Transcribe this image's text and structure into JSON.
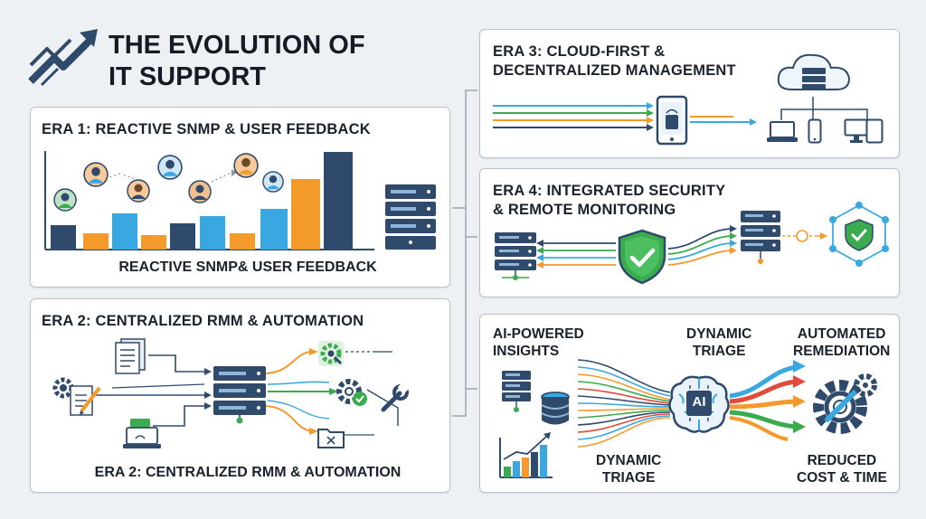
{
  "header": {
    "title": "THE EVOLUTION OF\nIT SUPPORT",
    "logo_icon": "trend-up-arrow-icon"
  },
  "colors": {
    "navy": "#2f4a6b",
    "blue": "#3aa8e0",
    "orange": "#f39a2b",
    "green": "#3bab4f",
    "red": "#e24b3b",
    "panel_border": "#b9c2cc",
    "background": "#eef1f4"
  },
  "era1": {
    "title": "ERA 1: REACTIVE SNMP & USER FEEDBACK",
    "caption": "REACTIVE SNMP& USER FEEDBACK",
    "icons": [
      "user-avatar-icon",
      "server-stack-icon"
    ]
  },
  "era2": {
    "title": "ERA 2: CENTRALIZED RMM & AUTOMATION",
    "caption": "ERA 2: CENTRALIZED RMM & AUTOMATION",
    "icons": [
      "document-icon",
      "gear-edit-icon",
      "laptop-icon",
      "server-stack-icon",
      "gear-icon",
      "gear-check-icon",
      "wrench-icon",
      "folder-icon"
    ]
  },
  "era3": {
    "title": "ERA 3: CLOUD-FIRST &\nDECENTRALIZED MANAGEMENT",
    "icons": [
      "mobile-device-icon",
      "cloud-server-icon",
      "laptop-icon",
      "phone-icon",
      "desktop-icon",
      "tablet-icon"
    ]
  },
  "era4": {
    "title": "ERA 4: INTEGRATED SECURITY\n& REMOTE MONITORING",
    "icons": [
      "server-stack-icon",
      "shield-check-icon",
      "network-shield-icon"
    ]
  },
  "era5": {
    "label_insights": "AI-POWERED\nINSIGHTS",
    "label_triage_top": "DYNAMIC\nTRIAGE",
    "label_remediation": "AUTOMATED\nREMEDIATION",
    "label_triage_bottom": "DYNAMIC\nTRIAGE",
    "label_reduced": "REDUCED\nCOST & TIME",
    "ai_chip": "AI",
    "icons": [
      "server-stack-icon",
      "database-icon",
      "bar-chart-icon",
      "ai-brain-icon",
      "gears-icon"
    ]
  }
}
